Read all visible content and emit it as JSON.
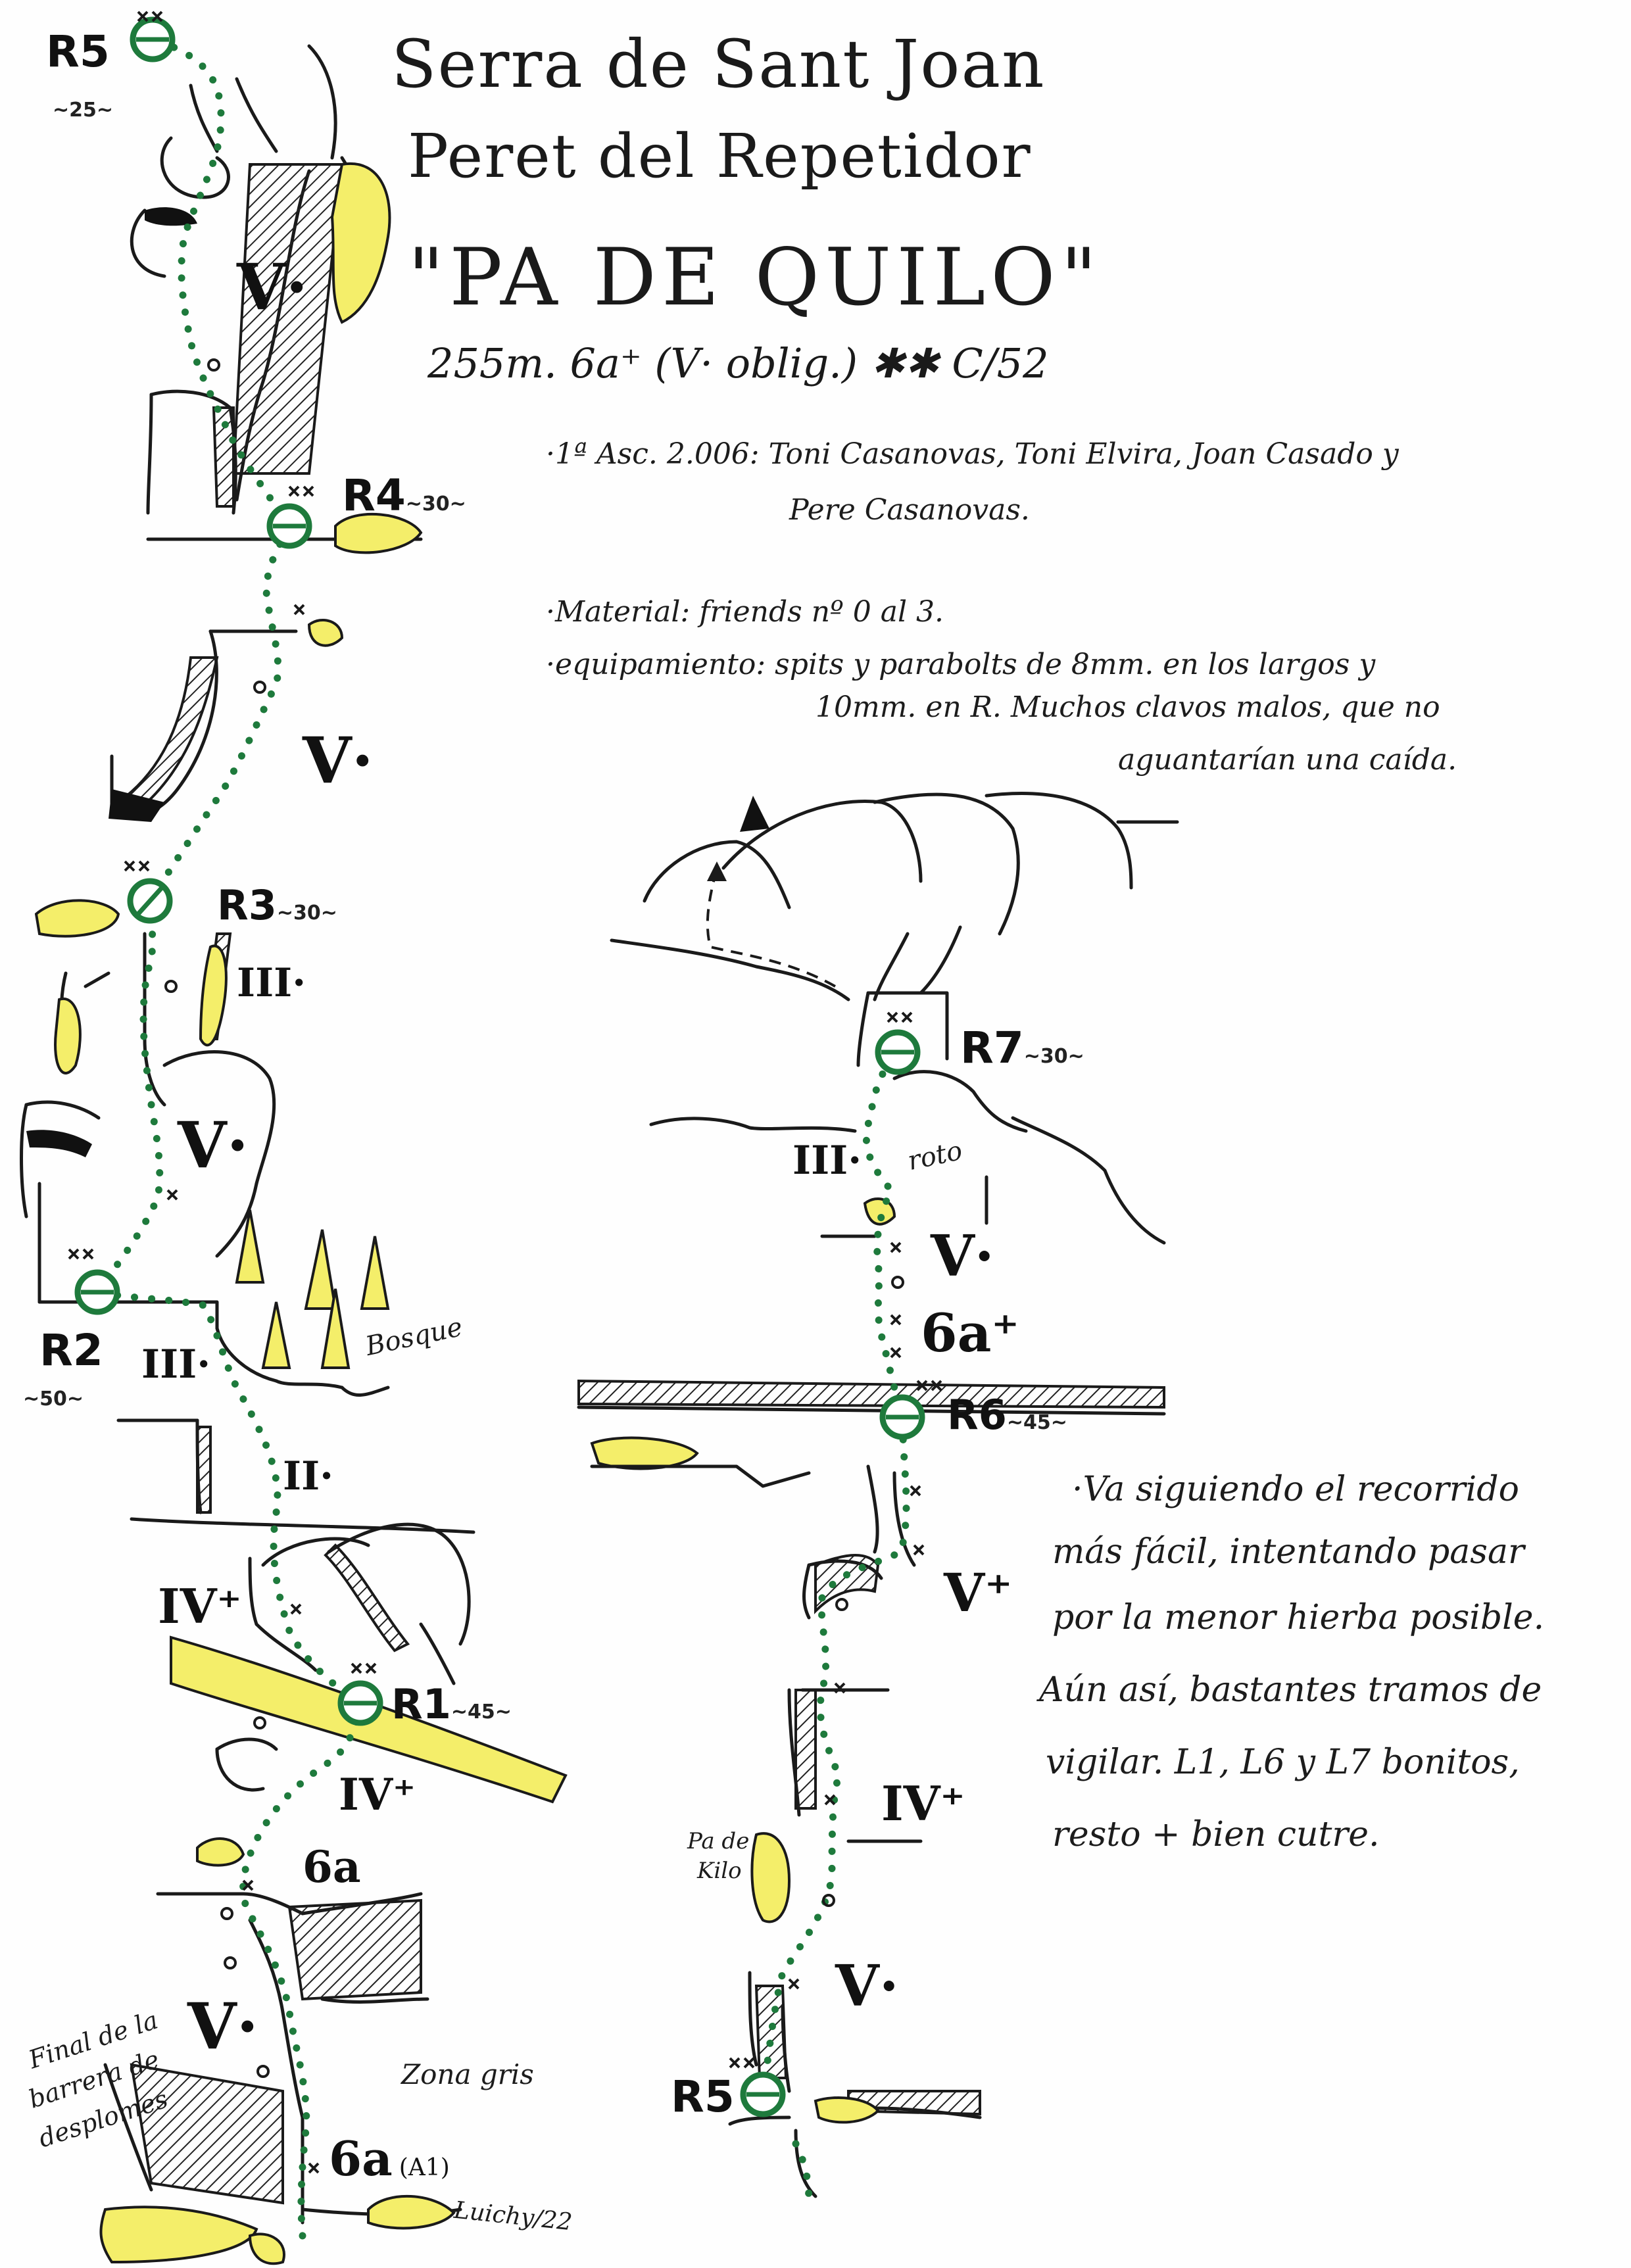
{
  "header": {
    "line1": "Serra de Sant Joan",
    "line2": "Peret del Repetidor",
    "route_name": "\"PA DE QUILO\"",
    "specs": "255m. 6a⁺ (V· oblig.) ✱✱ C/52"
  },
  "info": {
    "first_ascent_1": "·1ª Asc. 2.006: Toni Casanovas, Toni Elvira, Joan Casado y",
    "first_ascent_2": "Pere Casanovas.",
    "material": "·Material: friends nº 0 al 3.",
    "equip_1": "·equipamiento: spits y parabolts de 8mm. en los largos y",
    "equip_2": "10mm. en R. Muchos clavos malos, que no",
    "equip_3": "aguantarían una caída."
  },
  "notes": {
    "line1": "·Va siguiendo el recorrido",
    "line2": "más fácil, intentando pasar",
    "line3": "por la menor hierba posible.",
    "line4": "Aún así, bastantes tramos de",
    "line5": "vigilar. L1, L6 y L7 bonitos,",
    "line6": "resto + bien cutre."
  },
  "stations": {
    "r5_top": {
      "label": "R5",
      "dist": "~25~"
    },
    "r4": {
      "label": "R4",
      "dist": "~30~"
    },
    "r3": {
      "label": "R3",
      "dist": "~30~"
    },
    "r2": {
      "label": "R2",
      "dist": "~50~"
    },
    "r1": {
      "label": "R1",
      "dist": "~45~"
    },
    "r7": {
      "label": "R7",
      "dist": "~30~"
    },
    "r6": {
      "label": "R6",
      "dist": "~45~"
    },
    "r5_bottom": {
      "label": "R5"
    }
  },
  "grades": {
    "l6_v": "V·",
    "l5_v": "V·",
    "l4_iii": "III·",
    "l4_v": "V·",
    "l3_iii": "III·",
    "l3_ii": "II·",
    "l2_ivp": "IV⁺",
    "l1_ivp": "IV⁺",
    "l1_6a_mid": "6a",
    "l1_v": "V·",
    "l1_6a_a1": "6a",
    "l1_a1": "(A1)",
    "r_iii": "III·",
    "r_v_top": "V·",
    "r_6ap": "6a⁺",
    "r_vp": "V⁺",
    "r_ivp": "IV⁺",
    "r_v_bottom": "V·"
  },
  "labels": {
    "bosque": "Bosque",
    "roto": "roto",
    "zona_gris": "Zona gris",
    "final_1": "Final de la",
    "final_2": "barrera de",
    "final_3": "desplomes",
    "pa_de_kilo_1": "Pa de",
    "pa_de_kilo_2": "Kilo",
    "signature": "Luichy/22"
  },
  "colors": {
    "route_green": "#1e7a3c",
    "vegetation_yellow": "#f4ee6a",
    "ink": "#1a1a1a"
  }
}
